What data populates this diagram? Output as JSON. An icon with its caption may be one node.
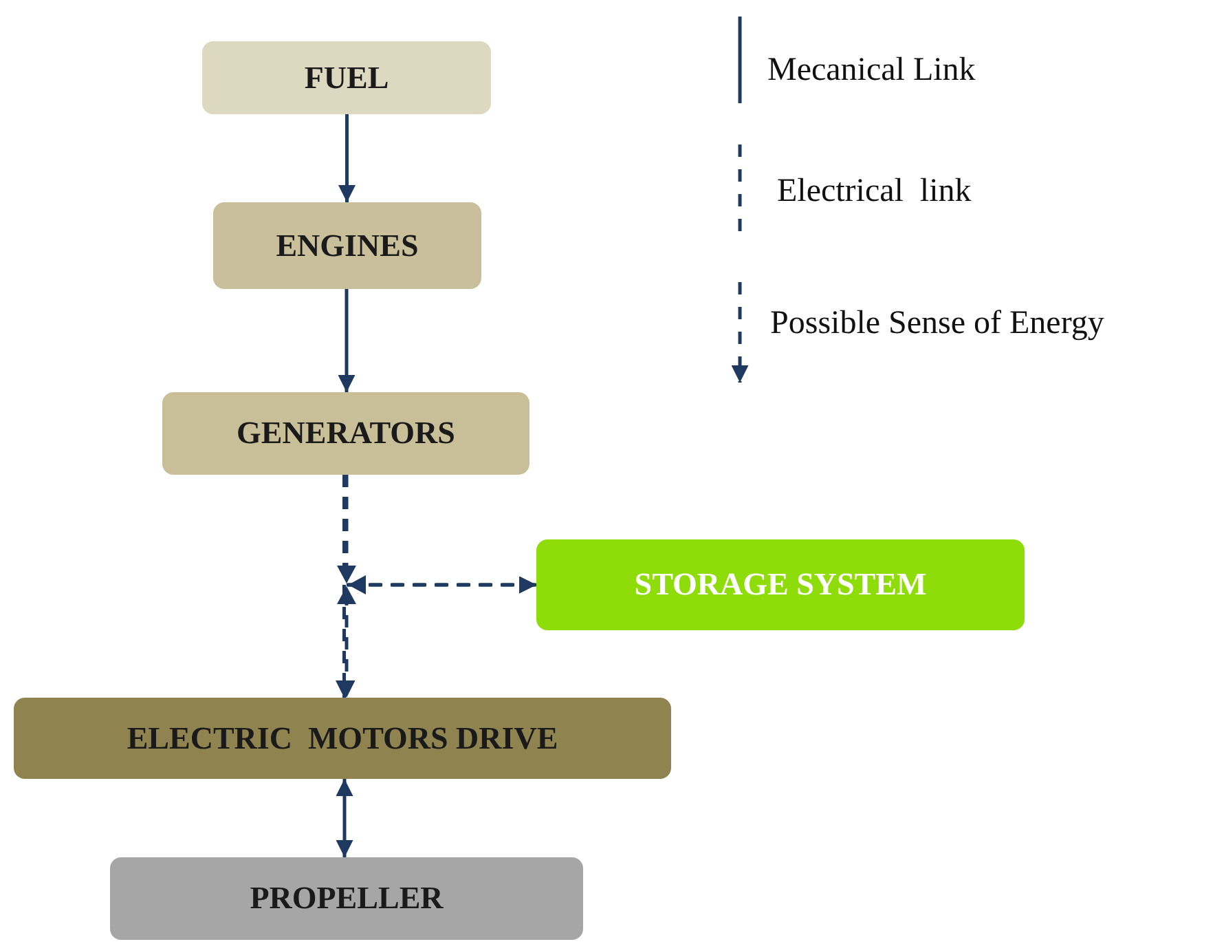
{
  "diagram": {
    "nodes": [
      {
        "text": [
          "FUEL"
        ]
      },
      {
        "text": [
          "ENGINES"
        ]
      },
      {
        "text": [
          "GENERATORS"
        ]
      },
      {
        "text": [
          "STORAGE SYSTEM"
        ]
      },
      {
        "text": [
          "ELECTRIC  MOTORS DRIVE"
        ]
      },
      {
        "text": [
          "PROPELLER"
        ]
      }
    ],
    "edges": [
      {
        "from": 0,
        "to": 1,
        "arrow": "to"
      },
      {
        "from": 1,
        "to": 2,
        "arrow": "to"
      },
      {
        "from": 2,
        "to": 3,
        "arrow": "to",
        "style": "dashed"
      },
      {
        "from": 2,
        "to": 4,
        "arrow": "to",
        "style": "dashed"
      },
      {
        "from": 3,
        "to": 4,
        "arrow": "both",
        "style": "dashed"
      },
      {
        "from": 4,
        "to": 5,
        "arrow": "both"
      }
    ],
    "legend": [
      {
        "text": "Mecanical Link"
      },
      {
        "text": "Electrical  link"
      },
      {
        "text": "Possible Sense of Energy"
      }
    ]
  }
}
